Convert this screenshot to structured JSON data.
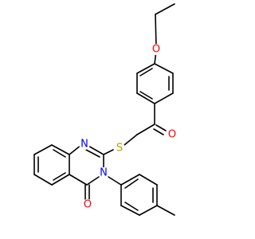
{
  "colors": {
    "bond": "#000000",
    "oxygen": "#ff0000",
    "nitrogen": "#0000ff",
    "sulfur": "#b2a100",
    "background": "#ffffff"
  },
  "atoms": {
    "o_ether": "O",
    "o_ketone": "O",
    "s_thioether": "S",
    "n_ring_top": "N",
    "n_ring_bottom": "N",
    "o_quinazolinone": "O"
  }
}
